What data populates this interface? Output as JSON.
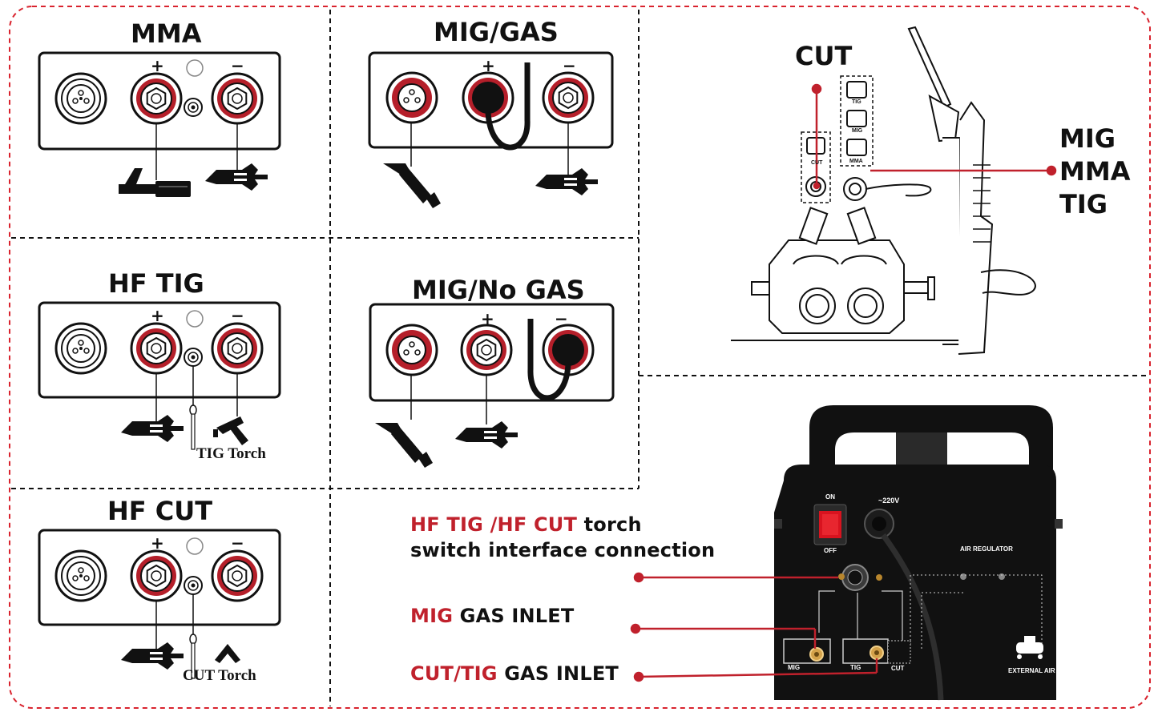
{
  "panels": {
    "mma": {
      "title": "MMA",
      "plus": "+",
      "minus": "−"
    },
    "mig_gas": {
      "title": "MIG/GAS",
      "plus": "+",
      "minus": "−"
    },
    "hf_tig": {
      "title": "HF TIG",
      "plus": "+",
      "minus": "−",
      "torch_label": "TIG Torch"
    },
    "mig_no_gas": {
      "title": "MIG/No GAS",
      "plus": "+",
      "minus": "−"
    },
    "hf_cut": {
      "title": "HF CUT",
      "plus": "+",
      "minus": "−",
      "torch_label": "CUT Torch"
    }
  },
  "machine_side": {
    "cut_label": "CUT",
    "modes": [
      "MIG",
      "MMA",
      "TIG"
    ],
    "switch_labels": {
      "tig": "TIG",
      "mig": "MIG",
      "mma": "MMA",
      "cut": "CUT"
    }
  },
  "rear": {
    "captions": {
      "torch_switch_red": "HF TIG /HF CUT",
      "torch_switch_black": " torch",
      "torch_switch_line2": "switch interface connection",
      "mig_gas_red": "MIG",
      "mig_gas_black": " GAS INLET",
      "cut_tig_gas_red": "CUT/TIG",
      "cut_tig_gas_black": " GAS INLET"
    },
    "panel_labels": {
      "on": "ON",
      "off": "OFF",
      "voltage": "~220V",
      "air_regulator": "AIR REGULATOR",
      "mig": "MIG",
      "tig": "TIG",
      "cut": "CUT",
      "external_air": "EXTERNAL AIR"
    }
  },
  "colors": {
    "accent_red": "#c0212c",
    "dash_red": "#d9232e",
    "ink": "#111111",
    "machine_black": "#111111"
  }
}
